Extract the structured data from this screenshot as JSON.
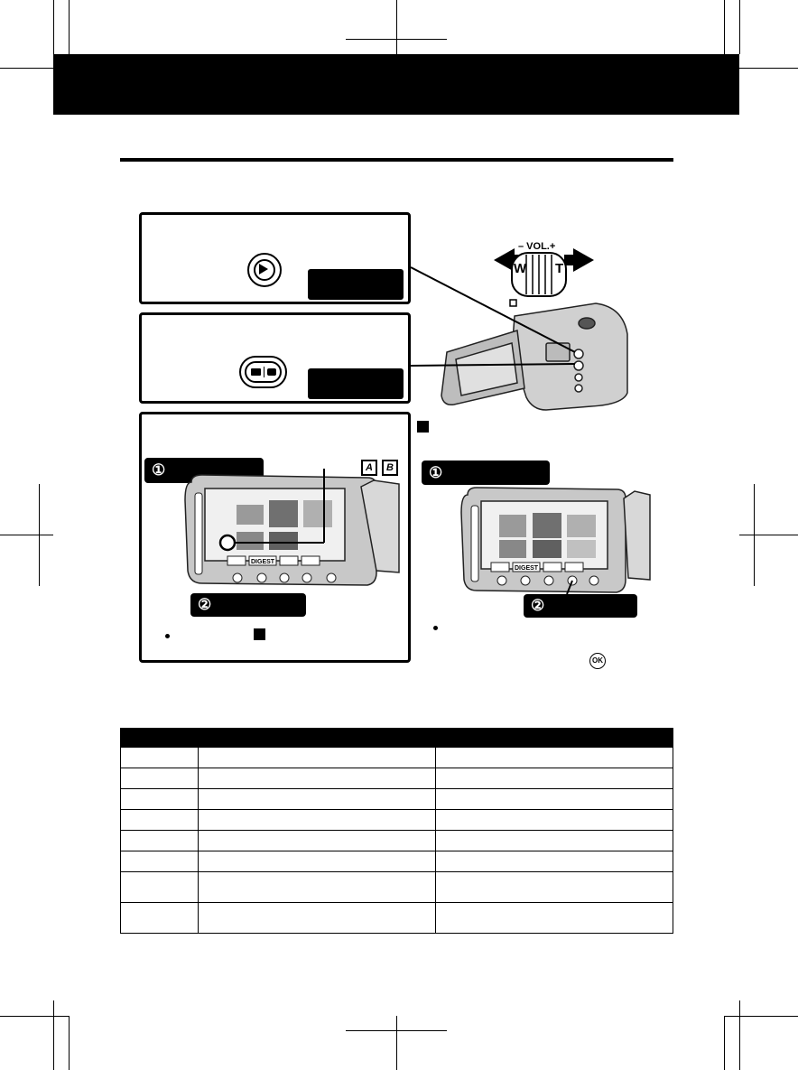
{
  "step_markers": {
    "step1": "①",
    "step2": "②"
  },
  "boxed_letters": {
    "a": "A",
    "b": "B"
  },
  "zoom_lever": {
    "vol_label": "– VOL.+",
    "wide_label": "W",
    "tele_label": "T"
  },
  "lcd_buttons": {
    "digest_label": "DIGEST"
  },
  "icons": {
    "playback": "playback-button-icon",
    "mode": "video-still-mode-icon",
    "ok": "ok-icon"
  },
  "ok_label": "OK",
  "table": {
    "columns": 3,
    "header_rows": 1,
    "body_rows": [
      [
        "",
        "",
        ""
      ],
      [
        "",
        "",
        ""
      ],
      [
        "",
        "",
        ""
      ],
      [
        "",
        "",
        ""
      ],
      [
        "",
        "",
        ""
      ],
      [
        "",
        "",
        ""
      ],
      [
        "",
        "",
        ""
      ],
      [
        "",
        "",
        ""
      ]
    ]
  }
}
